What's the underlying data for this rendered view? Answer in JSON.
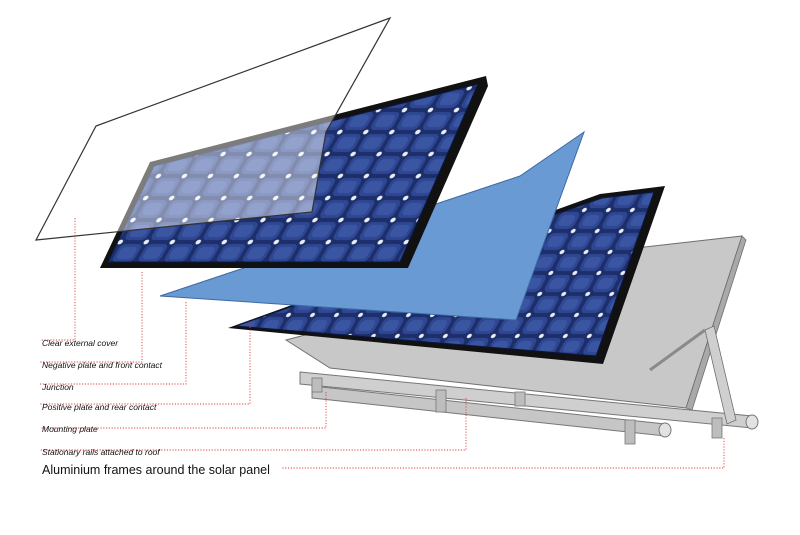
{
  "labels": {
    "clear_cover": "Clear external cover",
    "negative_plate": "Negative plate and front contact",
    "junction": "Junction",
    "positive_plate": "Positive plate and rear contact",
    "mounting_plate": "Mounting plate",
    "rails": "Stationary rails attached to roof",
    "frames": "Aluminium frames around the solar panel"
  },
  "colors": {
    "panel_blue": "#1c2f6b",
    "cell_blue": "#2a3f86",
    "junction_blue": "#6a9ad4",
    "mounting_gray": "#c8c8c8",
    "frame_black": "#111111",
    "leader_red": "#e23b3b"
  }
}
